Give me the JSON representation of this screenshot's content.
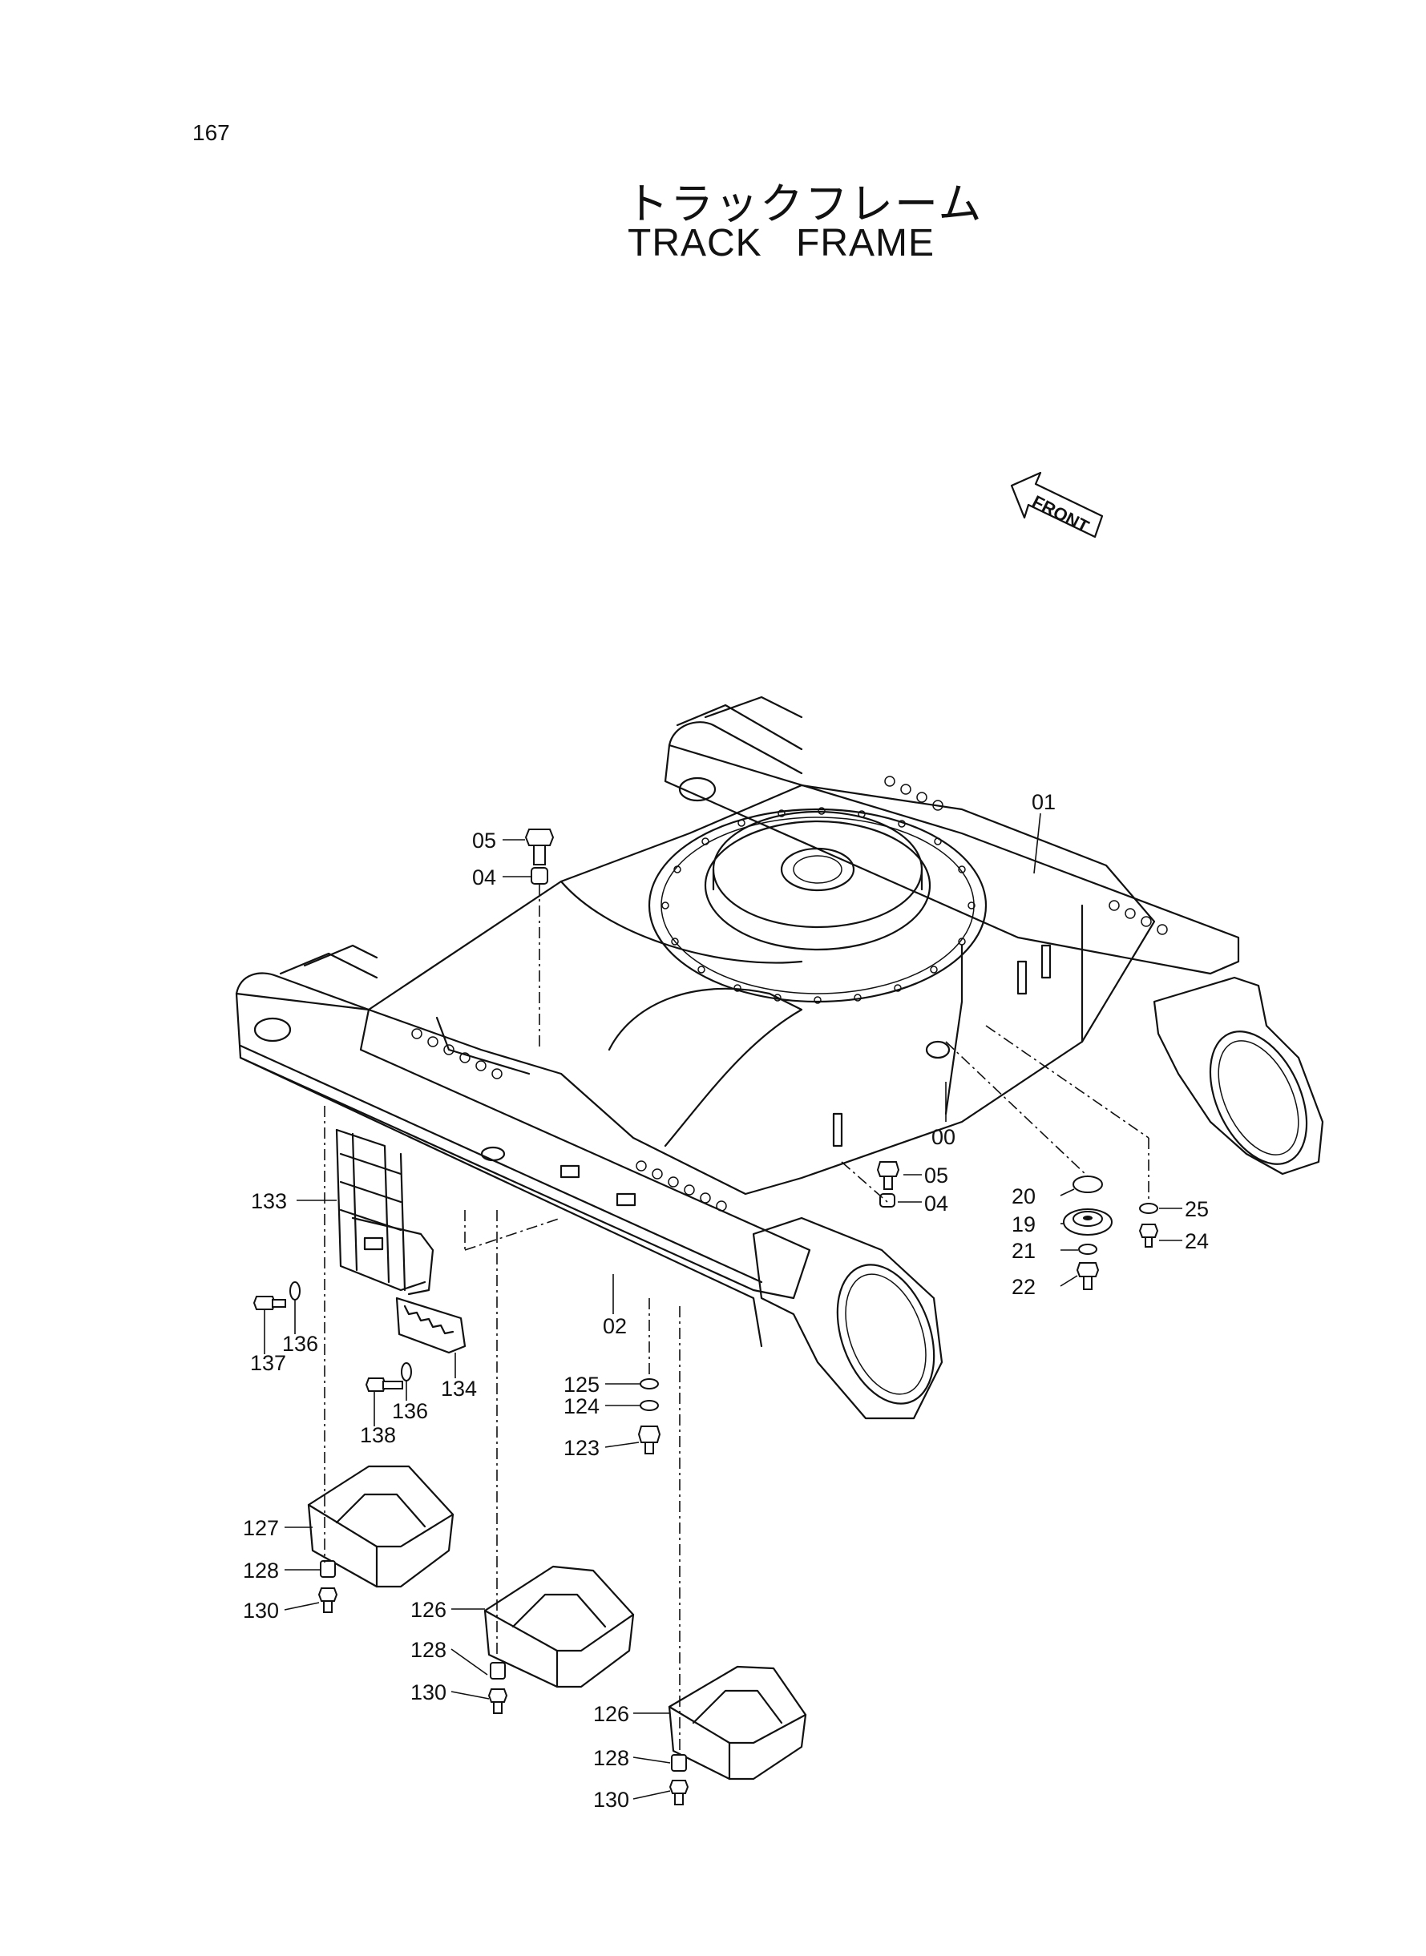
{
  "page": {
    "number": "167",
    "title_jp": "トラックフレーム",
    "title_en": "TRACK   FRAME"
  },
  "front_arrow": {
    "label": "FRONT"
  },
  "callouts": [
    "01",
    "05",
    "04",
    "00",
    "05",
    "04",
    "20",
    "25",
    "19",
    "24",
    "21",
    "22",
    "133",
    "136",
    "137",
    "136",
    "134",
    "138",
    "02",
    "125",
    "124",
    "123",
    "127",
    "128",
    "130",
    "126",
    "128",
    "130",
    "126",
    "128",
    "130"
  ]
}
